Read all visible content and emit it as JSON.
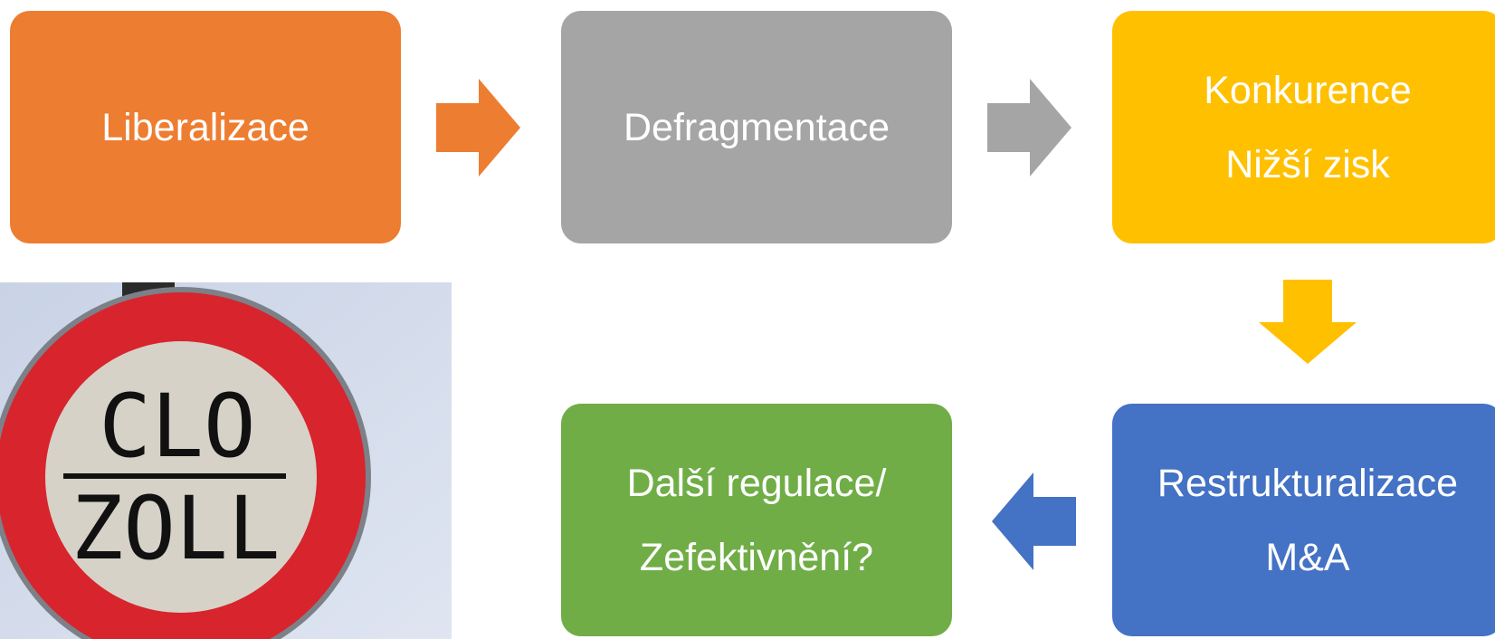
{
  "colors": {
    "orange": "#ED7D31",
    "gray": "#A5A5A5",
    "yellow": "#FFC000",
    "blue": "#4472C4",
    "green": "#70AD47"
  },
  "steps": [
    {
      "lines": [
        "Liberalizace"
      ]
    },
    {
      "lines": [
        "Defragmentace"
      ]
    },
    {
      "lines": [
        "Konkurence",
        "Nižší zisk"
      ]
    },
    {
      "lines": [
        "Restrukturalizace",
        "M&A"
      ]
    },
    {
      "lines": [
        "Další regulace/",
        "Zefektivnění?"
      ]
    }
  ],
  "sign": {
    "line1": "CLO",
    "line2": "ZOLL"
  }
}
